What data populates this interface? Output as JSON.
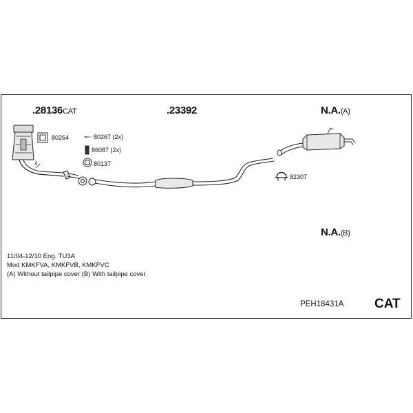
{
  "parts": {
    "catalyst": {
      "number": ".28136",
      "suffix": "CAT"
    },
    "middle_pipe": {
      "number": ".23392"
    },
    "rear_silencer": {
      "number": "N.A.",
      "suffix": "(A)"
    },
    "tail_cover": {
      "number": "N.A.",
      "suffix": "(B)"
    }
  },
  "accessories": {
    "gasket": "80264",
    "clamp_bolts": "80267 (2x)",
    "springs": "86087 (2x)",
    "ring": "80137",
    "clamp": "82307"
  },
  "symbol_lambda": "λ",
  "notes": {
    "line1": "11/04-12/10   Eng. TU3A",
    "line2": "Mod KMKFVA, KMKFVB, KMKFVC",
    "line3": "(A) Without tailpipe cover (B) With tailpipe cover"
  },
  "footer": {
    "kit_code": "PEH18431A",
    "cat_label": "CAT"
  }
}
